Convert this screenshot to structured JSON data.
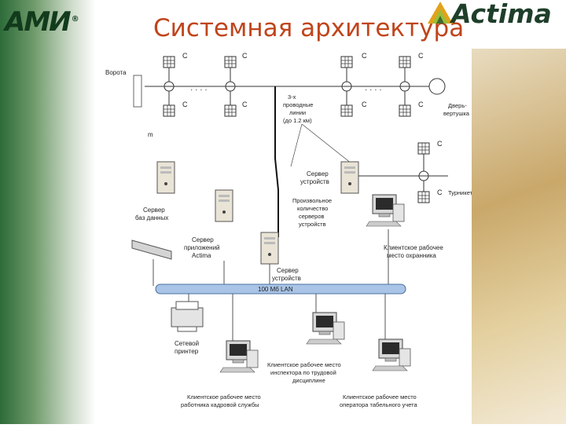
{
  "header": {
    "logo_ami": "АМИ",
    "logo_ami_mark": "®",
    "title": "Системная архитектура",
    "logo_actima": "Actima"
  },
  "diagram": {
    "gate_label": "Ворота",
    "gate_suffix": "m",
    "controller_label": "С",
    "ellipsis": "· · · ·",
    "door_label": "Дверь-вертушка",
    "door_label_line1": "Дверь-",
    "door_label_line2": "вертушка",
    "turnstile_label": "Турникет",
    "lines_label_1": "3-х",
    "lines_label_2": "проводные",
    "lines_label_3": "линии",
    "lines_label_4": "(до 1.2 км)",
    "device_server_top_1": "Сервер",
    "device_server_top_2": "устройств",
    "arbitrary_1": "Произвольное",
    "arbitrary_2": "количество",
    "arbitrary_3": "серверов",
    "arbitrary_4": "устройств",
    "db_server_1": "Сервер",
    "db_server_2": "баз данных",
    "app_server_1": "Сервер",
    "app_server_2": "приложений",
    "app_server_3": "Actima",
    "device_server_bottom_1": "Сервер",
    "device_server_bottom_2": "устройств",
    "guard_ws_1": "Клиентское рабочее",
    "guard_ws_2": "место охранника",
    "lan_label": "100 Мб LAN",
    "printer_1": "Сетевой",
    "printer_2": "принтер",
    "inspector_ws_1": "Клиентское рабочее место",
    "inspector_ws_2": "инспектора по трудовой",
    "inspector_ws_3": "дисциплине",
    "hr_ws_1": "Клиентское рабочее место",
    "hr_ws_2": "работника кадровой службы",
    "time_ws_1": "Клиентское рабочее место",
    "time_ws_2": "оператора табельного учета"
  },
  "colors": {
    "title": "#c0441b",
    "lan_bar": "#a9c4e6",
    "logo_green": "#1e3f2a"
  }
}
